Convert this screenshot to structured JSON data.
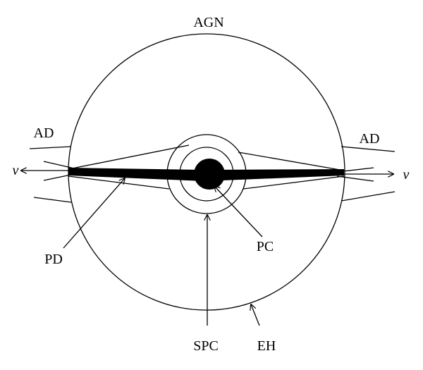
{
  "labels": {
    "agn": "AGN",
    "ad_left": "AD",
    "ad_right": "AD",
    "v_left": "v",
    "v_right": "v",
    "pd": "PD",
    "pc": "PC",
    "spc": "SPC",
    "eh": "EH"
  }
}
